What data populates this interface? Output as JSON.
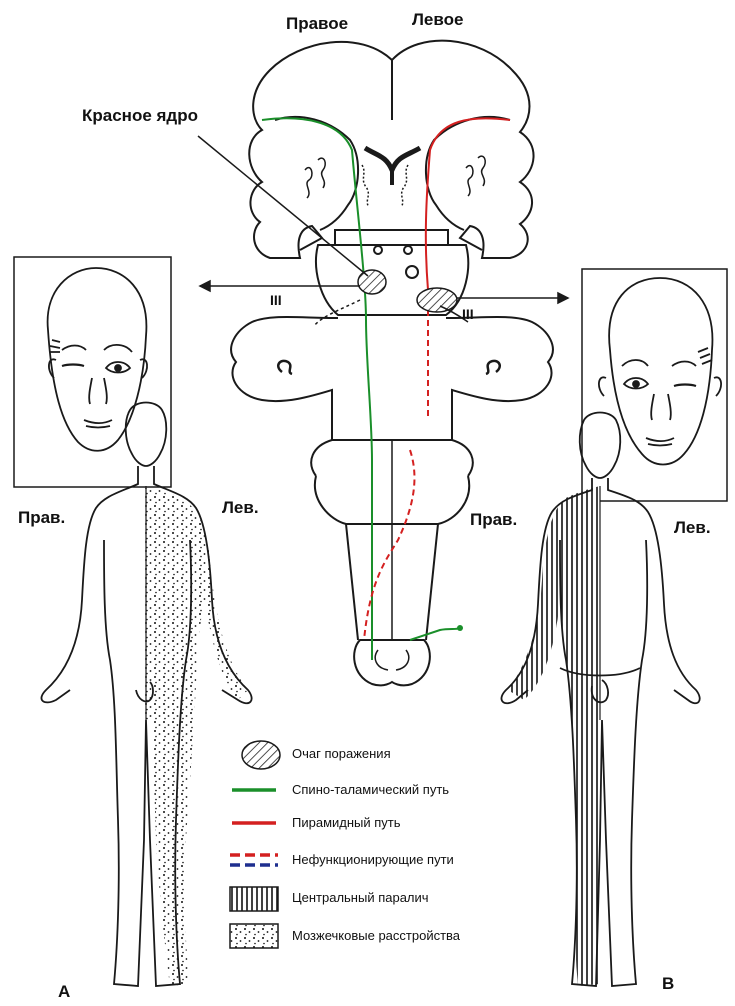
{
  "labels": {
    "right_hemisphere": "Правое",
    "left_hemisphere": "Левое",
    "red_nucleus": "Красное ядро",
    "nerve_left": "III",
    "nerve_right": "III",
    "figure_a_right": "Прав.",
    "figure_a_left": "Лев.",
    "figure_b_right": "Прав.",
    "figure_b_left": "Лев.",
    "figure_a_letter": "А",
    "figure_b_letter": "В"
  },
  "legend": [
    {
      "key": "lesion",
      "text": "Очаг поражения"
    },
    {
      "key": "spinothalamic",
      "text": "Спино-таламический путь"
    },
    {
      "key": "pyramidal",
      "text": "Пирамидный путь"
    },
    {
      "key": "nonfunctional",
      "text": "Нефункционирующие пути"
    },
    {
      "key": "paralysis",
      "text": "Центральный паралич"
    },
    {
      "key": "cerebellar",
      "text": "Мозжечковые расстройства"
    }
  ],
  "colors": {
    "spinothalamic": "#1a8f2a",
    "pyramidal": "#d42020",
    "nonfunctional_dash_top": "#d42020",
    "nonfunctional_dash_bottom": "#1e2f8f",
    "outline": "#1a1a1a"
  }
}
